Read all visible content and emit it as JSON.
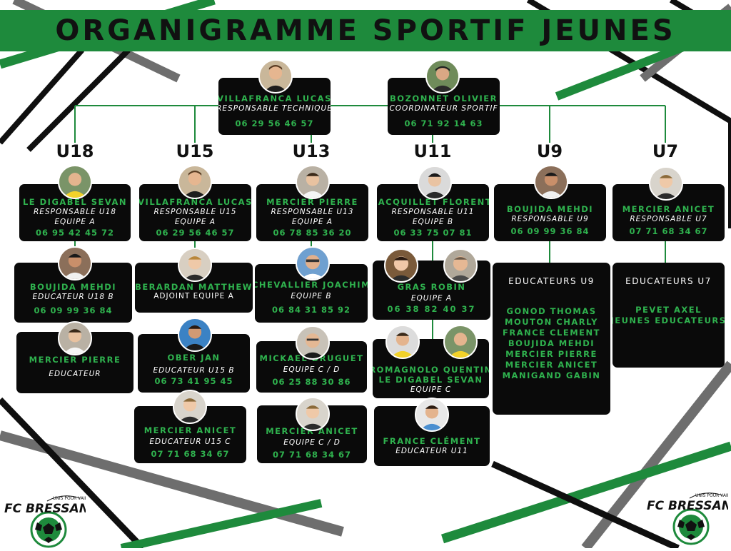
{
  "title": "ORGANIGRAMME SPORTIF JEUNES",
  "colors": {
    "green": "#1e8a3c",
    "name_green": "#2fb24e",
    "card": "#0a0a0a"
  },
  "top": [
    {
      "name": "VILLAFRANCA LUCAS",
      "role": "RESPONSABLE TECHNIQUE",
      "phone": "06 29 56 46 57"
    },
    {
      "name": "BOZONNET OLIVIER",
      "role": "COORDINATEUR SPORTIF",
      "phone": "06 71 92 14 63"
    }
  ],
  "categories": [
    "U18",
    "U15",
    "U13",
    "U11",
    "U9",
    "U7"
  ],
  "cards": {
    "u18_resp": {
      "name": "LE DIGABEL SEVAN",
      "role": "RESPONSABLE U18",
      "team": "EQUIPE A",
      "phone": "06 95 42 45 72"
    },
    "u18_b": {
      "name": "BOUJIDA MEHDI",
      "role": "EDUCATEUR U18 B",
      "phone": "06 09 99 36 84"
    },
    "u18_edu": {
      "name": "MERCIER PIERRE",
      "role": "EDUCATEUR"
    },
    "u15_resp": {
      "name": "VILLAFRANCA LUCAS",
      "role": "RESPONSABLE U15",
      "team": "EQUIPE A",
      "phone": "06 29 56 46 57"
    },
    "u15_adj": {
      "name": "BERARDAN MATTHEW",
      "role": "ADJOINT EQUIPE A"
    },
    "u15_b": {
      "name": "OBER JAN",
      "role": "EDUCATEUR U15 B",
      "phone": "06 73 41 95 45"
    },
    "u15_c": {
      "name": "MERCIER ANICET",
      "role": "EDUCATEUR U15 C",
      "phone": "07 71 68 34 67"
    },
    "u13_resp": {
      "name": "MERCIER PIERRE",
      "role": "RESPONSABLE U13",
      "team": "EQUIPE A",
      "phone": "06 78 85 36 20"
    },
    "u13_b": {
      "name": "CHEVALLIER JOACHIM",
      "role": "EQUIPE B",
      "phone": "06 84 31 85 92"
    },
    "u13_cd1": {
      "name": "MICKAEL DRUGUET",
      "role": "EQUIPE C / D",
      "phone": "06 25 88 30 86"
    },
    "u13_cd2": {
      "name": "MERCIER ANICET",
      "role": "EQUIPE C / D",
      "phone": "07 71 68 34 67"
    },
    "u11_resp": {
      "name": "JACQUILLET FLORENT",
      "role": "RESPONSABLE U11",
      "team": "EQUIPE B",
      "phone": "06 33 75 07 81"
    },
    "u11_a": {
      "name": "GRAS ROBIN",
      "role": "EQUIPE A",
      "phone": "06 38 82 40 37"
    },
    "u11_c": {
      "name": "ROMAGNOLO QUENTIN",
      "name2": "LE DIGABEL SEVAN",
      "role": "EQUIPE C"
    },
    "u11_edu": {
      "name": "FRANCE CLÉMENT",
      "role": "EDUCATEUR U11"
    },
    "u9_resp": {
      "name": "BOUJIDA MEHDI",
      "role": "RESPONSABLE U9",
      "phone": "06 09 99 36 84"
    },
    "u9_edu": {
      "header": "EDUCATEURS U9",
      "names": [
        "GONOD THOMAS",
        "MOUTON CHARLY",
        "FRANCE CLEMENT",
        "BOUJIDA MEHDI",
        "MERCIER PIERRE",
        "MERCIER ANICET",
        "MANIGAND GABIN"
      ]
    },
    "u7_resp": {
      "name": "MERCIER ANICET",
      "role": "RESPONSABLE U7",
      "phone": "07 71 68 34 67"
    },
    "u7_edu": {
      "header": "EDUCATEURS U7",
      "names": [
        "PEVET AXEL",
        "JEUNES EDUCATEURS"
      ]
    }
  },
  "logo": {
    "text": "FC BRESSANS",
    "tagline": "UNIS POUR VAINCRE"
  }
}
